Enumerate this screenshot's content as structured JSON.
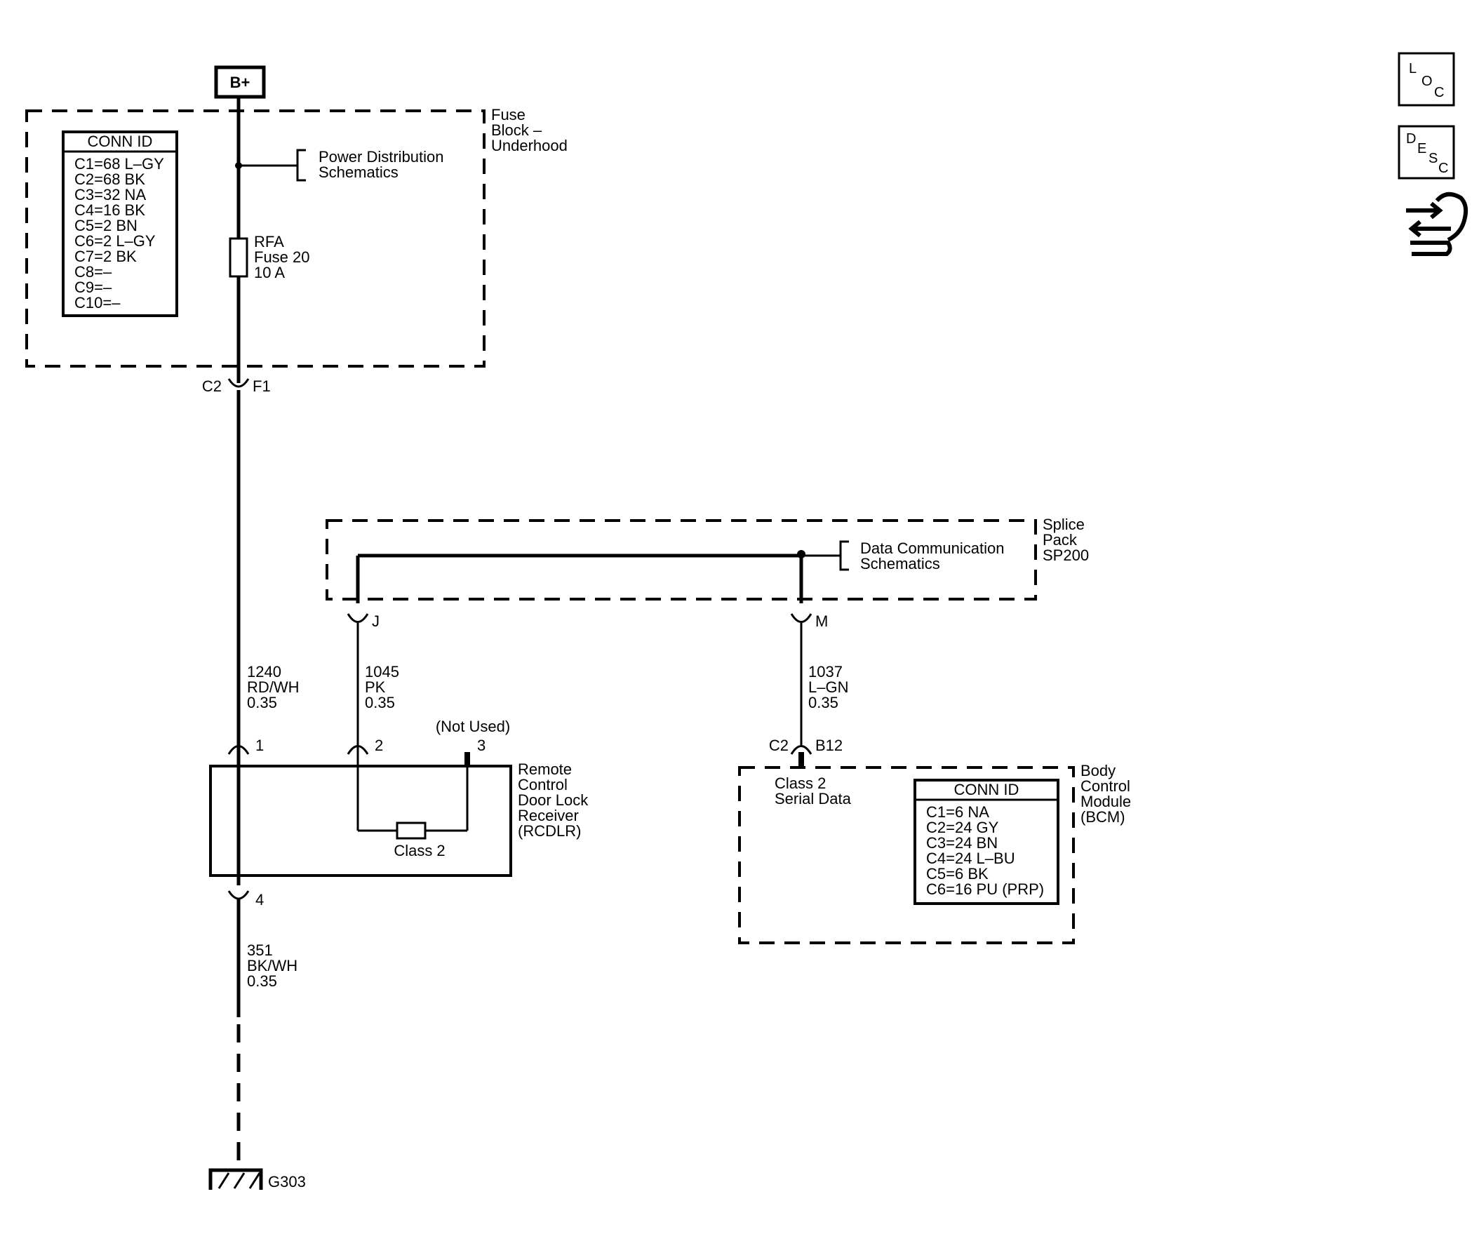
{
  "power_source": "B+",
  "fuse_block": {
    "name_lines": [
      "Fuse",
      "Block –",
      "Underhood"
    ],
    "conn_id_title": "CONN ID",
    "conn_ids": [
      "C1=68 L–GY",
      "C2=68 BK",
      "C3=32 NA",
      "C4=16 BK",
      "C5=2 BN",
      "C6=2 L–GY",
      "C7=2 BK",
      "C8=–",
      "C9=–",
      "C10=–"
    ],
    "ref_lines": [
      "Power Distribution",
      "Schematics"
    ],
    "fuse_lines": [
      "RFA",
      "Fuse 20",
      "10 A"
    ],
    "conn_left": "C2",
    "conn_right": "F1"
  },
  "splice_pack": {
    "name_lines": [
      "Splice",
      "Pack",
      "SP200"
    ],
    "ref_lines": [
      "Data Communication",
      "Schematics"
    ],
    "pin_j": "J",
    "pin_m": "M"
  },
  "wires": {
    "w1240": [
      "1240",
      "RD/WH",
      "0.35"
    ],
    "w1045": [
      "1045",
      "PK",
      "0.35"
    ],
    "w1037": [
      "1037",
      "L–GN",
      "0.35"
    ],
    "w351": [
      "351",
      "BK/WH",
      "0.35"
    ]
  },
  "rcdlr": {
    "name_lines": [
      "Remote",
      "Control",
      "Door Lock",
      "Receiver",
      "(RCDLR)"
    ],
    "pin1": "1",
    "pin2": "2",
    "pin3": "3",
    "pin4": "4",
    "not_used": "(Not Used)",
    "internal": "Class 2"
  },
  "bcm": {
    "name_lines": [
      "Body",
      "Control",
      "Module",
      "(BCM)"
    ],
    "conn_left": "C2",
    "conn_right": "B12",
    "circuit_lines": [
      "Class 2",
      "Serial Data"
    ],
    "conn_id_title": "CONN ID",
    "conn_ids": [
      "C1=6 NA",
      "C2=24 GY",
      "C3=24 BN",
      "C4=24 L–BU",
      "C5=6 BK",
      "C6=16 PU (PRP)"
    ]
  },
  "ground": "G303",
  "nav": {
    "loc": [
      "L",
      "O",
      "C"
    ],
    "desc": [
      "D",
      "E",
      "S",
      "C"
    ],
    "connector_icon": "connector-end-view-icon"
  }
}
